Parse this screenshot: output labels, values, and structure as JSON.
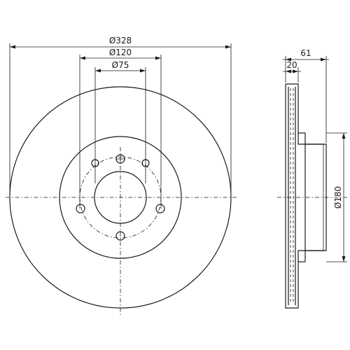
{
  "dimensions": {
    "outer_diameter": "Ø328",
    "bolt_circle_diameter": "Ø120",
    "center_bore_diameter": "Ø75",
    "total_height": "61",
    "disc_thickness": "20",
    "hat_diameter": "Ø180"
  },
  "colors": {
    "line": "#1a1a1a",
    "background": "#ffffff"
  }
}
